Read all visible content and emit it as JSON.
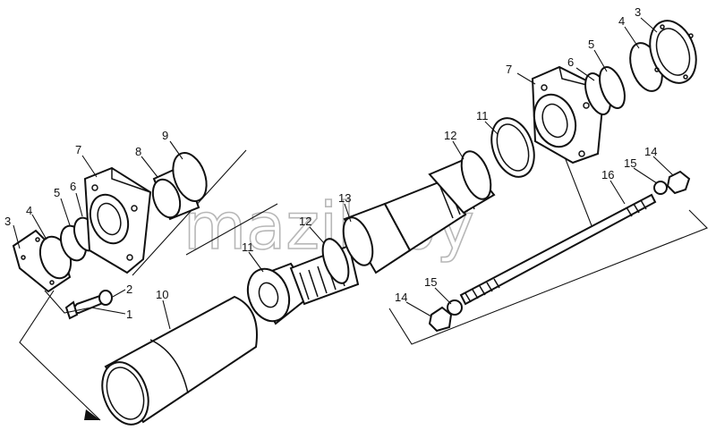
{
  "diagram": {
    "watermark": "mazik.by",
    "corner_code": "",
    "callouts": [
      {
        "id": "c3-left",
        "text": "3"
      },
      {
        "id": "c4-left",
        "text": "4"
      },
      {
        "id": "c5-left",
        "text": "5"
      },
      {
        "id": "c6-left",
        "text": "6"
      },
      {
        "id": "c7-left",
        "text": "7"
      },
      {
        "id": "c8",
        "text": "8"
      },
      {
        "id": "c9",
        "text": "9"
      },
      {
        "id": "c2",
        "text": "2"
      },
      {
        "id": "c1",
        "text": "1"
      },
      {
        "id": "c10",
        "text": "10"
      },
      {
        "id": "c11-left",
        "text": "11"
      },
      {
        "id": "c12-left",
        "text": "12"
      },
      {
        "id": "c13",
        "text": "13"
      },
      {
        "id": "c12-right",
        "text": "12"
      },
      {
        "id": "c11-right",
        "text": "11"
      },
      {
        "id": "c7-right",
        "text": "7"
      },
      {
        "id": "c6-right",
        "text": "6"
      },
      {
        "id": "c5-right",
        "text": "5"
      },
      {
        "id": "c4-right",
        "text": "4"
      },
      {
        "id": "c3-right",
        "text": "3"
      },
      {
        "id": "c14-right",
        "text": "14"
      },
      {
        "id": "c15-right",
        "text": "15"
      },
      {
        "id": "c16",
        "text": "16"
      },
      {
        "id": "c15-left",
        "text": "15"
      },
      {
        "id": "c14-left",
        "text": "14"
      }
    ]
  }
}
